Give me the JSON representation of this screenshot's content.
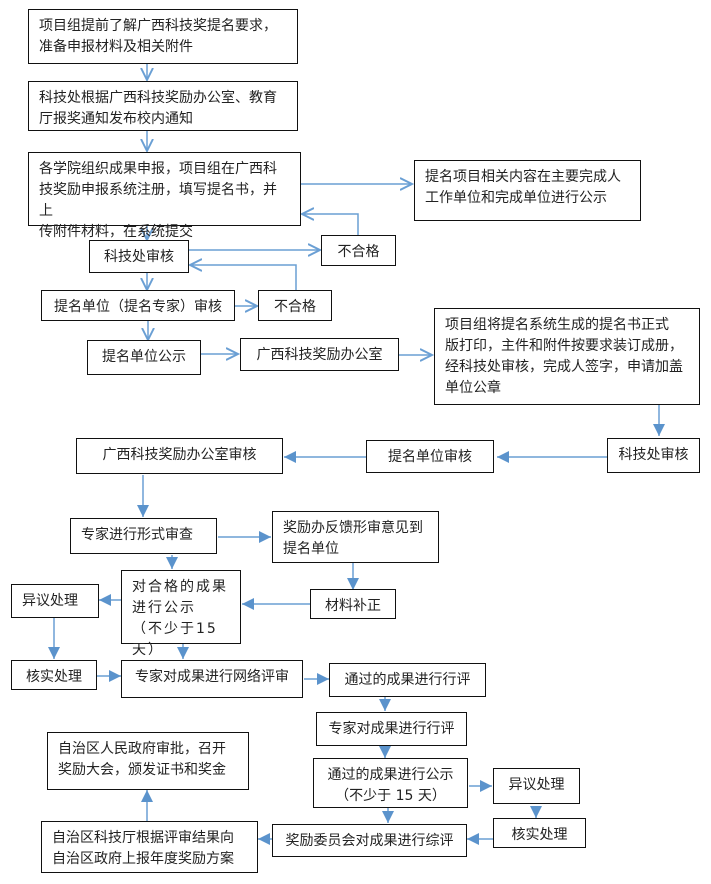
{
  "diagram": {
    "type": "flowchart",
    "line_color": "#6a9fd4",
    "nodes": {
      "n1": "项目组提前了解广西科技奖提名要求，\n准备申报材料及相关附件",
      "n2": "科技处根据广西科技奖励办公室、教育\n厅报奖通知发布校内通知",
      "n3": "各学院组织成果申报，项目组在广西科\n技奖励申报系统注册，填写提名书，并上\n传附件材料，在系统提交",
      "n4": "提名项目相关内容在主要完成人\n工作单位和完成单位进行公示",
      "n5": "科技处审核",
      "n6": "不合格",
      "n7": "提名单位（提名专家）审核",
      "n8": "不合格",
      "n9": "提名单位公示",
      "n10": "广西科技奖励办公室",
      "n11": "项目组将提名系统生成的提名书正式\n版打印，主件和附件按要求装订成册，\n经科技处审核，完成人签字，申请加盖\n单位公章",
      "n12": "科技处审核",
      "n13": "提名单位审核",
      "n14": "广西科技奖励办公室审核",
      "n15": "专家进行形式审查",
      "n16": "奖励办反馈形审意见到\n提名单位",
      "n17": "对合格的成果\n进行公示\n（不少于15天）",
      "n18": "材料补正",
      "n19": "异议处理",
      "n20": "核实处理",
      "n21": "专家对成果进行网络评审",
      "n22": "通过的成果进行行评",
      "n23": "专家对成果进行行评",
      "n24": "通过的成果进行公示\n（不少于 15 天）",
      "n25": "异议处理",
      "n26": "核实处理",
      "n27": "奖励委员会对成果进行综评",
      "n28": "自治区科技厅根据评审结果向\n自治区政府上报年度奖励方案",
      "n29": "自治区人民政府审批，召开\n奖励大会，颁发证书和奖金"
    },
    "edges": [
      [
        "n1",
        "n2"
      ],
      [
        "n2",
        "n3"
      ],
      [
        "n3",
        "n4"
      ],
      [
        "n3",
        "n5"
      ],
      [
        "n5",
        "n6"
      ],
      [
        "n6",
        "n3"
      ],
      [
        "n5",
        "n7"
      ],
      [
        "n7",
        "n8"
      ],
      [
        "n8",
        "n5"
      ],
      [
        "n7",
        "n9"
      ],
      [
        "n9",
        "n10"
      ],
      [
        "n10",
        "n11"
      ],
      [
        "n11",
        "n12"
      ],
      [
        "n12",
        "n13"
      ],
      [
        "n13",
        "n14"
      ],
      [
        "n14",
        "n15"
      ],
      [
        "n15",
        "n16"
      ],
      [
        "n16",
        "n18"
      ],
      [
        "n18",
        "n17"
      ],
      [
        "n15",
        "n17"
      ],
      [
        "n17",
        "n19"
      ],
      [
        "n19",
        "n20"
      ],
      [
        "n20",
        "n21"
      ],
      [
        "n17",
        "n21"
      ],
      [
        "n21",
        "n22"
      ],
      [
        "n22",
        "n23"
      ],
      [
        "n23",
        "n24"
      ],
      [
        "n24",
        "n25"
      ],
      [
        "n25",
        "n26"
      ],
      [
        "n26",
        "n27"
      ],
      [
        "n24",
        "n27"
      ],
      [
        "n27",
        "n28"
      ],
      [
        "n28",
        "n29"
      ]
    ]
  }
}
